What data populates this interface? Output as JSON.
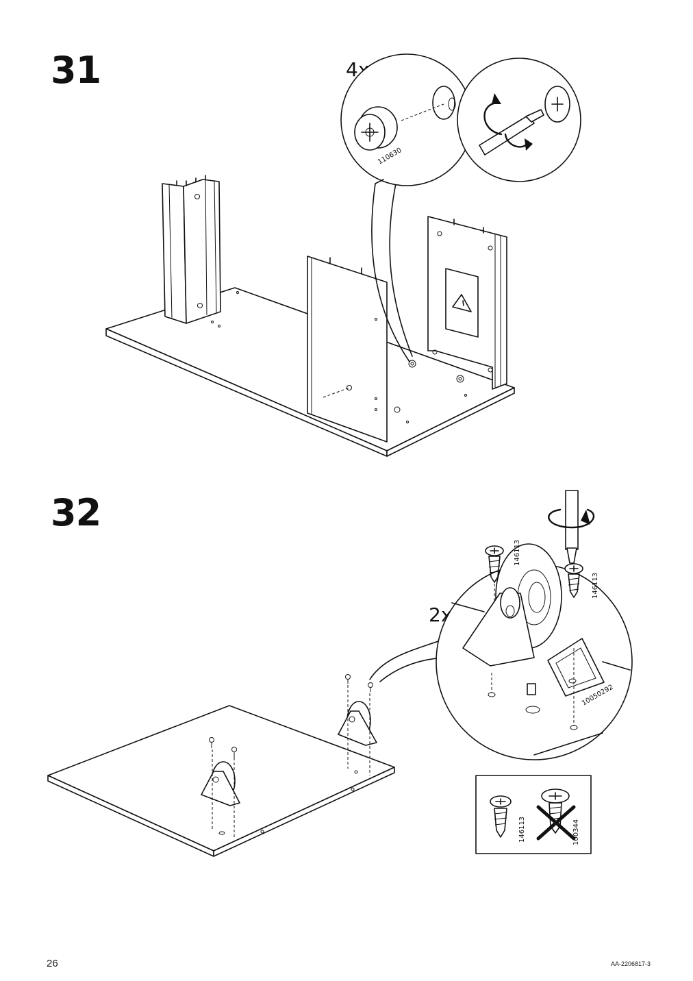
{
  "steps": [
    {
      "number": "31",
      "quantity": "4x",
      "part_number": "110630"
    },
    {
      "number": "32",
      "quantity": "2x",
      "screw_part": "146113",
      "castor_part": "10050292",
      "correct_screw_part": "146113",
      "wrong_screw_part": "100344"
    }
  ],
  "footer": {
    "page_number": "26",
    "document_code": "AA-2206817-3"
  }
}
